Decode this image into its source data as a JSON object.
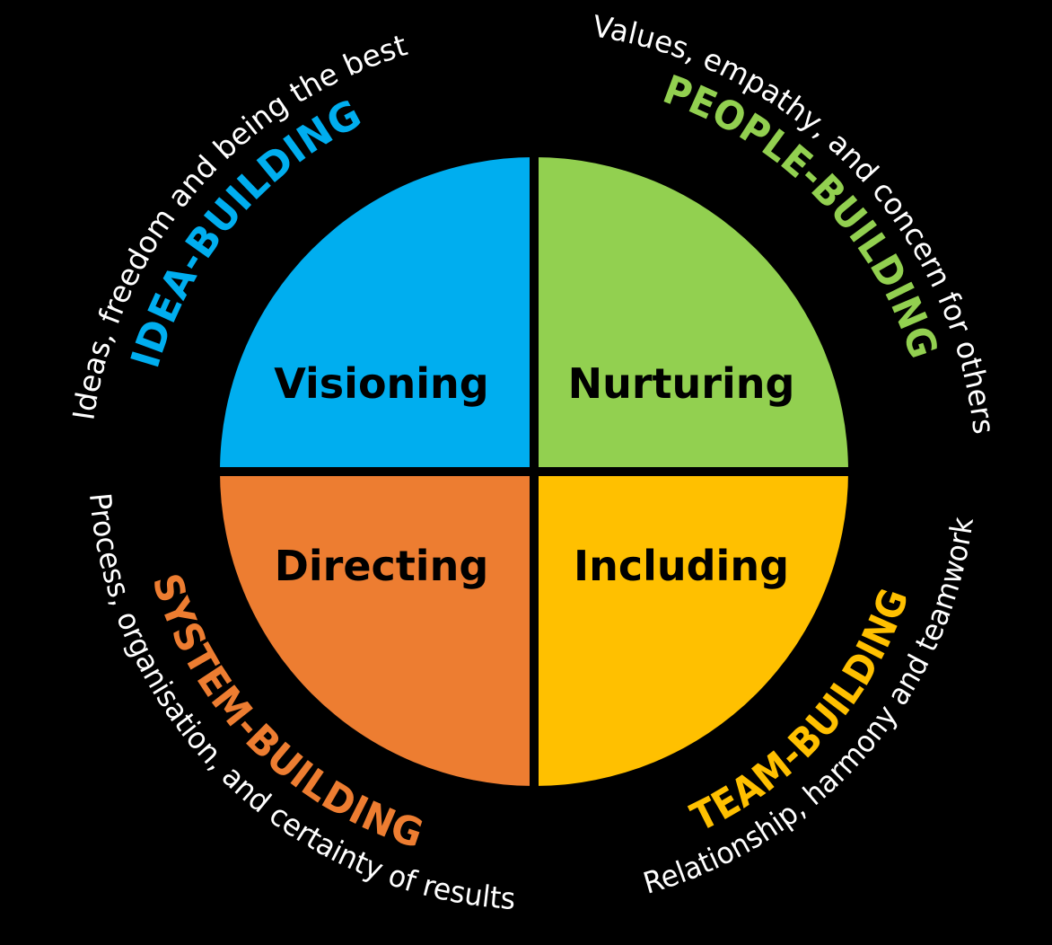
{
  "quadrants": [
    {
      "key": "visioning",
      "label": "Visioning",
      "color": "#00AEEF",
      "title": "IDEA-BUILDING",
      "title_color": "#00AEEF",
      "description": "Ideas, freedom and being the best"
    },
    {
      "key": "nurturing",
      "label": "Nurturing",
      "color": "#92D050",
      "title": "PEOPLE-BUILDING",
      "title_color": "#92D050",
      "description": "Values, empathy, and concern for others"
    },
    {
      "key": "directing",
      "label": "Directing",
      "color": "#ED7D31",
      "title": "SYSTEM-BUILDING",
      "title_color": "#ED7D31",
      "description": "Process, organisation, and certainty of results"
    },
    {
      "key": "including",
      "label": "Including",
      "color": "#FFC000",
      "title": "TEAM-BUILDING",
      "title_color": "#FFC000",
      "description": "Relationship, harmony and teamwork"
    }
  ]
}
